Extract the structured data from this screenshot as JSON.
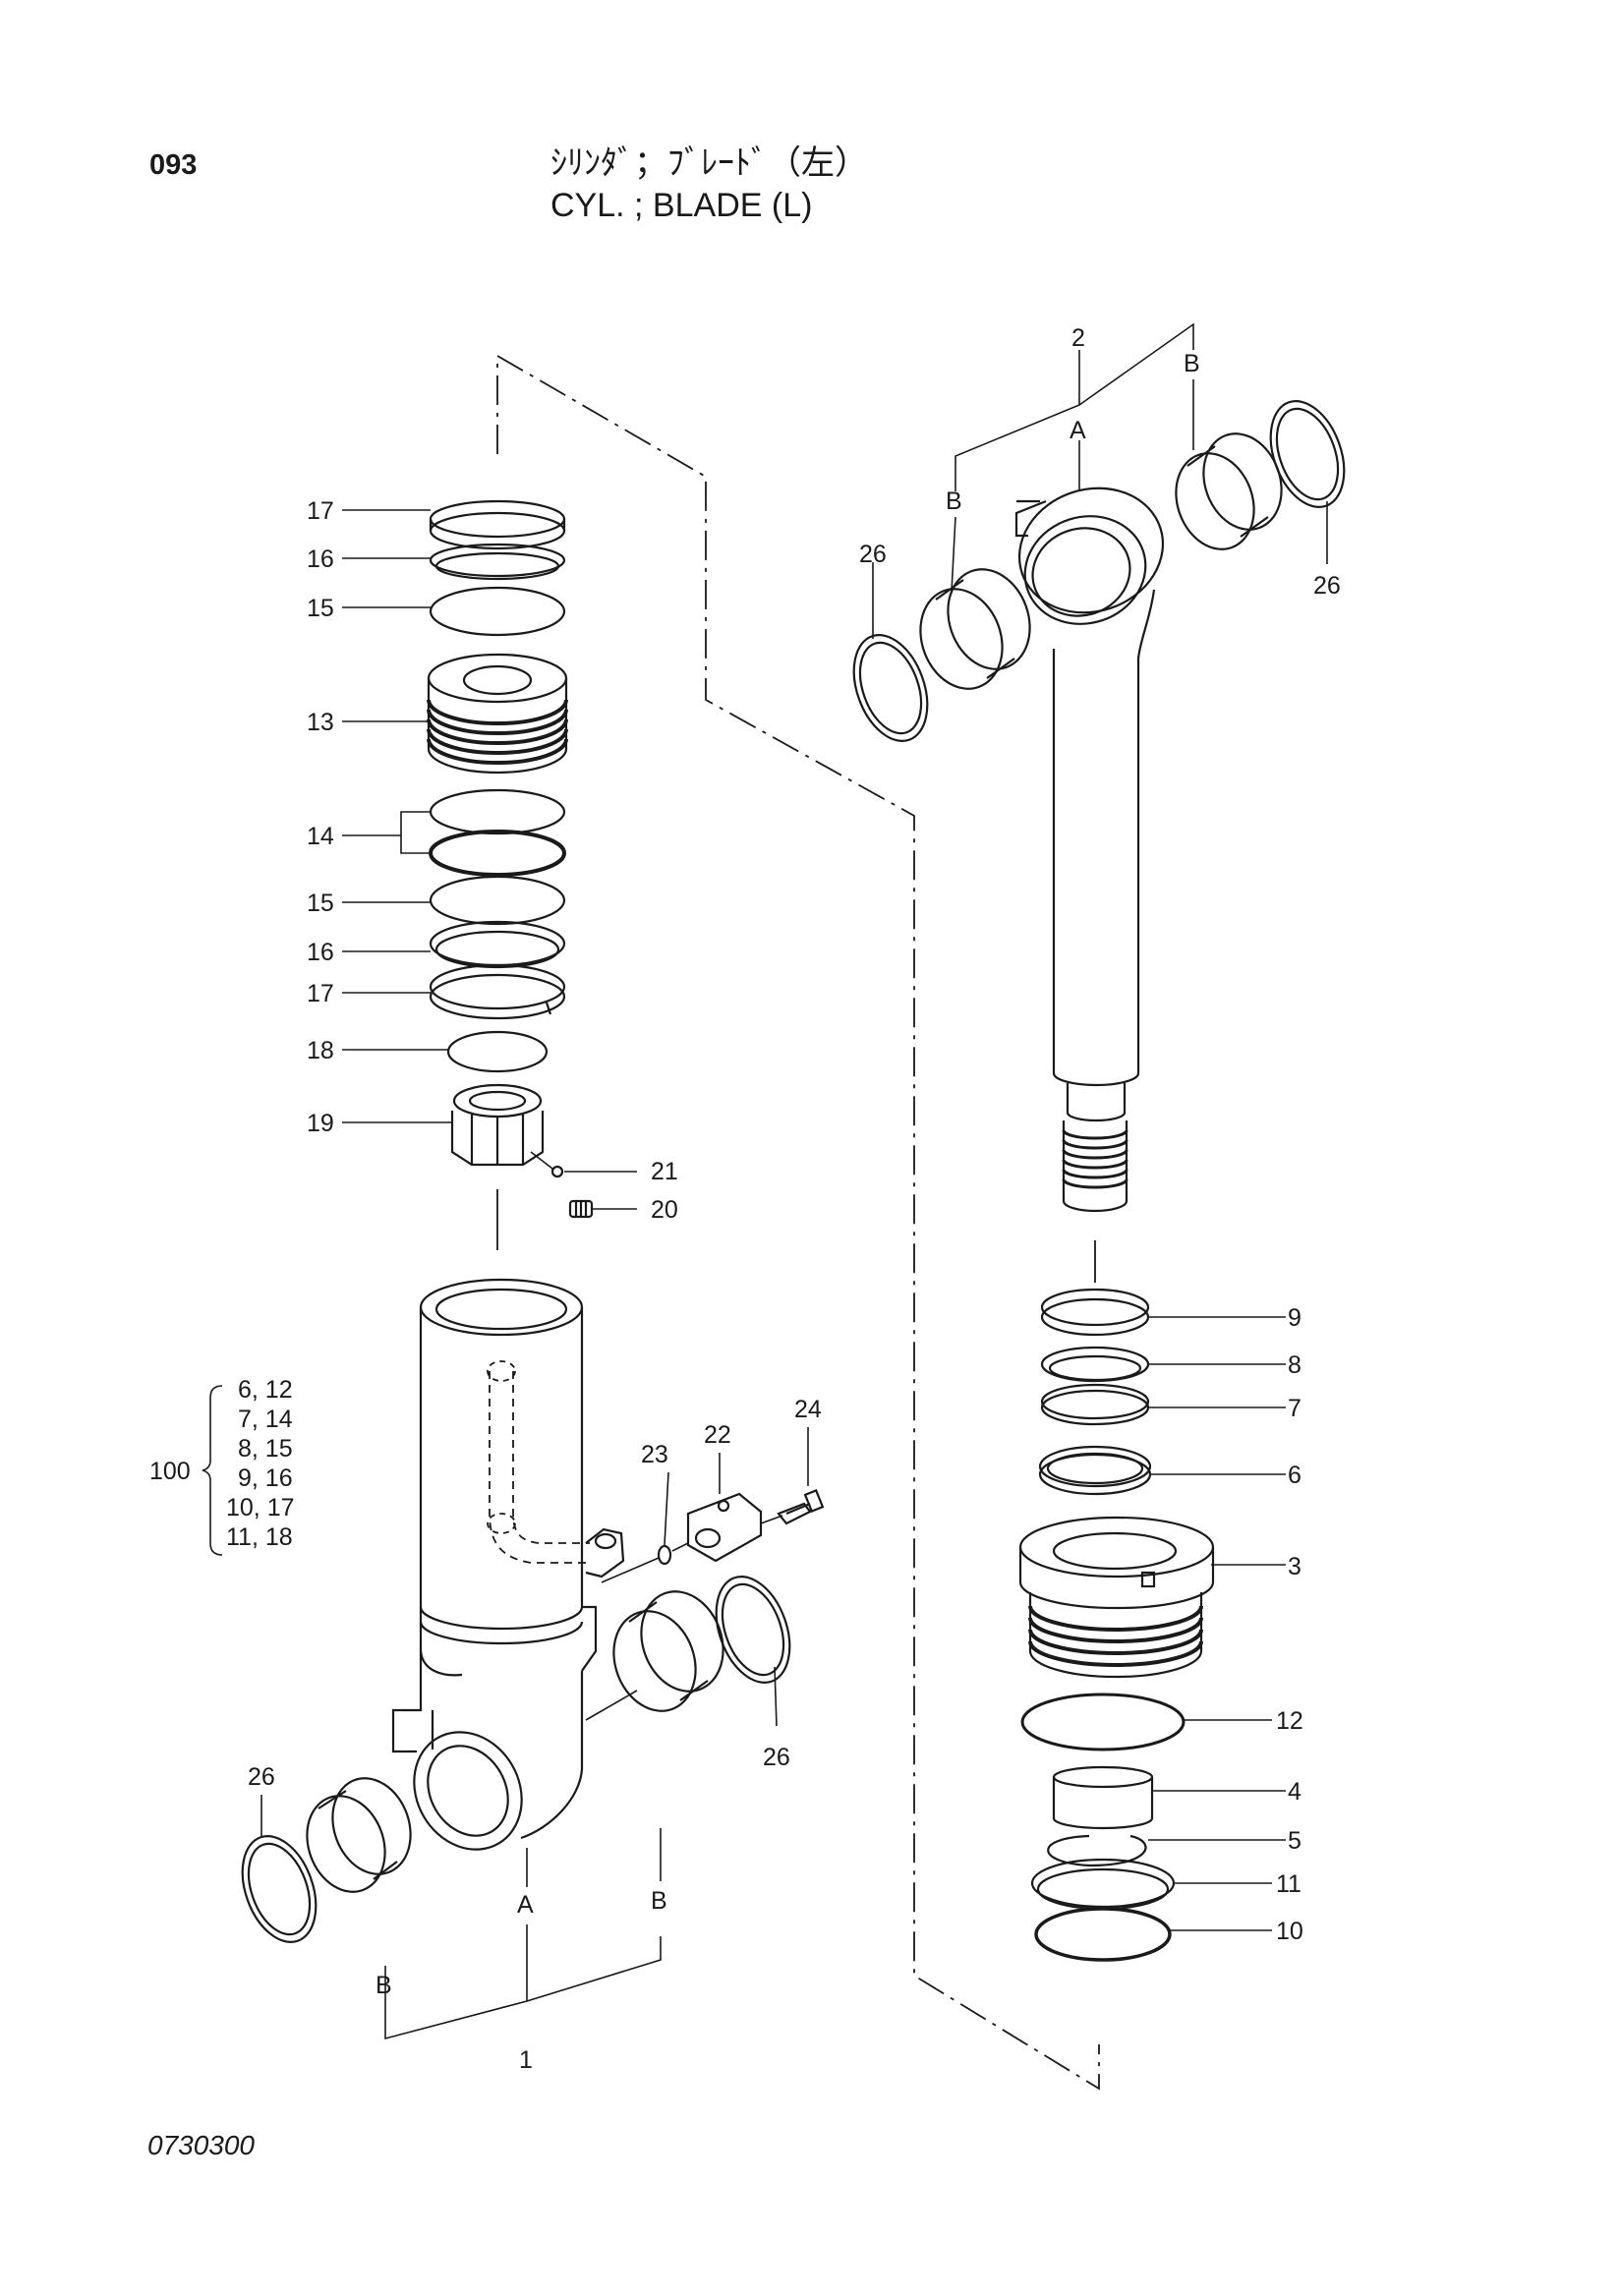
{
  "header": {
    "page_number": "093",
    "title_jp": "ｼﾘﾝﾀﾞ；ﾌﾞﾚｰﾄﾞ（左）",
    "title_en": "CYL. ; BLADE (L)"
  },
  "footer": {
    "figure_code": "0730300"
  },
  "callouts": {
    "c1": "1",
    "c2": "2",
    "c3": "3",
    "c4": "4",
    "c5": "5",
    "c6": "6",
    "c7": "7",
    "c8": "8",
    "c9": "9",
    "c10": "10",
    "c11": "11",
    "c12": "12",
    "c13": "13",
    "c14": "14",
    "c15a": "15",
    "c15b": "15",
    "c16a": "16",
    "c16b": "16",
    "c17a": "17",
    "c17b": "17",
    "c18": "18",
    "c19": "19",
    "c20": "20",
    "c21": "21",
    "c22": "22",
    "c23": "23",
    "c24": "24",
    "c26a": "26",
    "c26b": "26",
    "c26c": "26",
    "c26d": "26"
  },
  "refs": {
    "a_rod": "A",
    "b_rod_left": "B",
    "b_rod_right": "B",
    "a_tube": "A",
    "b_tube_left": "B",
    "b_tube_right": "B"
  },
  "kit": {
    "number": "100",
    "rows": [
      "6,  12",
      "7,  14",
      "8,  15",
      "9,  16",
      "10,  17",
      "11,  18"
    ]
  }
}
